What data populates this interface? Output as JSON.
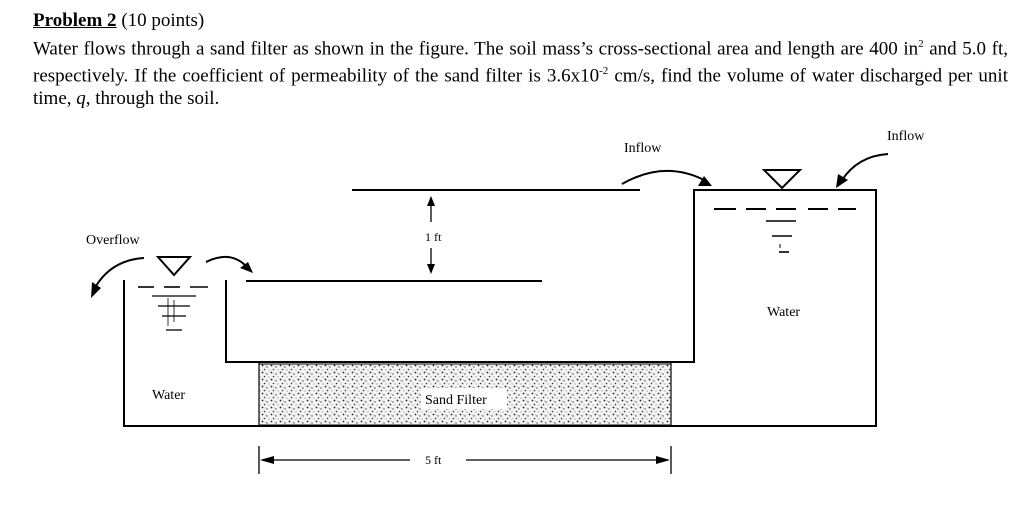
{
  "problem": {
    "title": "Problem 2",
    "points": "(10 points)",
    "text_1": "Water flows through a sand filter as shown in the figure. The soil mass’s cross-sectional area and length are 400 in",
    "sup_1": "2",
    "text_2": " and 5.0 ft, respectively. If the coefficient of permeability of the sand filter is 3.6x10",
    "sup_2": "-2",
    "text_3": " cm/s, find the volume of water discharged per unit time, ",
    "q_symbol": "q",
    "text_4": ", through the soil."
  },
  "figure": {
    "inflow_left": "Inflow",
    "inflow_right": "Inflow",
    "overflow": "Overflow",
    "head_difference": "1 ft",
    "water_left": "Water",
    "water_right": "Water",
    "sand_filter": "Sand Filter",
    "length": "5 ft"
  }
}
